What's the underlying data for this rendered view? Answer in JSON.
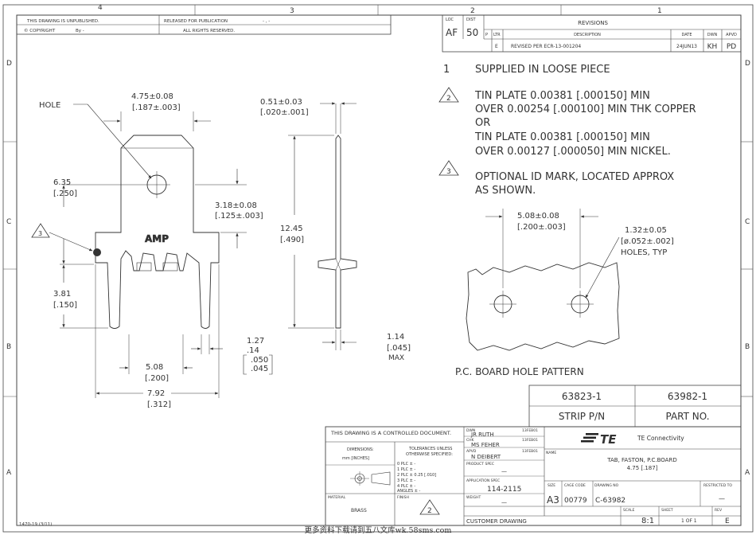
{
  "zones": {
    "top": [
      "4",
      "3",
      "2",
      "1"
    ],
    "side": [
      "D",
      "C",
      "B",
      "A"
    ]
  },
  "header": {
    "unpublished": "THIS DRAWING IS UNPUBLISHED.",
    "released": "RELEASED FOR PUBLICATION",
    "copyright": "© COPYRIGHT",
    "copyright_by": "By -",
    "rights": "ALL RIGHTS RESERVED.",
    "release_dash": "- , -"
  },
  "revision": {
    "loc_label": "LOC",
    "loc": "AF",
    "dist_label": "DIST",
    "dist": "50",
    "title": "REVISIONS",
    "cols": [
      "P",
      "LTR",
      "DESCRIPTION",
      "DATE",
      "DWN",
      "APVD"
    ],
    "row": {
      "ltr": "E",
      "description": "REVISED PER ECR-13-001204",
      "date": "24JUN13",
      "dwn": "KH",
      "apvd": "PD"
    }
  },
  "notes": {
    "n1_num": "1",
    "n1": "SUPPLIED IN LOOSE PIECE",
    "n2_num": "2",
    "n2_lines": [
      "TIN PLATE 0.00381 [.000150] MIN",
      "OVER 0.00254 [.000100] MIN THK COPPER",
      "OR",
      "TIN PLATE 0.00381 [.000150] MIN",
      "OVER 0.00127 [.000050] MIN NICKEL."
    ],
    "n3_num": "3",
    "n3_lines": [
      "OPTIONAL ID MARK, LOCATED APPROX",
      "AS SHOWN."
    ]
  },
  "part_view": {
    "hole_label": "HOLE",
    "tab_width": "4.75±0.08",
    "tab_width_in": "[.187±.003]",
    "hole_height": "6.35",
    "hole_height_in": "[.250]",
    "shoulder": "3.18±0.08",
    "shoulder_in": "[.125±.003]",
    "leg_length": "3.81",
    "leg_length_in": "[.150]",
    "leg_pitch": "5.08",
    "leg_pitch_in": "[.200]",
    "overall_width": "7.92",
    "overall_width_in": "[.312]",
    "leg_dims": [
      "1.27",
      ".14",
      ".050",
      ".045"
    ],
    "marking": "AMP",
    "id_note_num": "3"
  },
  "side_view": {
    "thickness": "0.51±0.03",
    "thickness_in": "[.020±.001]",
    "height": "12.45",
    "height_in": "[.490]",
    "leg_thick": "1.14",
    "leg_thick_in": "[.045]",
    "leg_thick_max": "MAX"
  },
  "pcb": {
    "pitch": "5.08±0.08",
    "pitch_in": "[.200±.003]",
    "hole_dia": "1.32±0.05",
    "hole_dia_in": "[ø.052±.002]",
    "holes_typ": "HOLES, TYP",
    "title": "P.C. BOARD   HOLE PATTERN"
  },
  "part_table": {
    "p1": "63823-1",
    "p2": "63982-1",
    "l1": "STRIP P/N",
    "l2": "PART NO."
  },
  "title_block": {
    "controlled": "THIS DRAWING IS A CONTROLLED DOCUMENT.",
    "dwn_label": "DWN",
    "dwn": "JR RUTH",
    "dwn_date": "13FEB01",
    "chk_label": "CHK",
    "chk": "MS FEHER",
    "chk_date": "13FEB01",
    "apvd_label": "APVD",
    "apvd": "N DEIBERT",
    "apvd_date": "13FEB01",
    "product_spec_label": "PRODUCT SPEC",
    "product_spec": "—",
    "app_spec_label": "APPLICATION SPEC",
    "app_spec": "114-2115",
    "weight_label": "WEIGHT",
    "weight": "—",
    "dimensions_label": "DIMENSIONS:",
    "dimensions": "mm [INCHES]",
    "tolerances": "TOLERANCES UNLESS",
    "tolerances2": "OTHERWISE SPECIFIED:",
    "tol_rows": [
      "0 PLC    ± -",
      "1 PLC    ± -",
      "2 PLC    ± 0.25 [.010]",
      "3 PLC    ± -",
      "4 PLC    ± -",
      "ANGLES         ± -"
    ],
    "material_label": "MATERIAL",
    "material": "BRASS",
    "finish_label": "FINISH",
    "finish_num": "2",
    "customer": "CUSTOMER DRAWING",
    "brand": "TE",
    "company": "TE Connectivity",
    "name_label": "NAME",
    "name1": "TAB, FASTON, P.C.BOARD",
    "name2": "4.75 [.187]",
    "size_label": "SIZE",
    "size": "A3",
    "cage_label": "CAGE CODE",
    "cage": "00779",
    "dwg_label": "DRAWING NO",
    "dwg": "C-63982",
    "restricted_label": "RESTRICTED TO",
    "restricted": "—",
    "scale_label": "SCALE",
    "scale": "8:1",
    "sheet_label": "SHEET",
    "sheet": "1  OF  1",
    "rev_label": "REV",
    "rev": "E"
  },
  "form_id": "1470-19 (3/11)",
  "footer": "更多资料下载请到五八文库wk.58sms.com"
}
